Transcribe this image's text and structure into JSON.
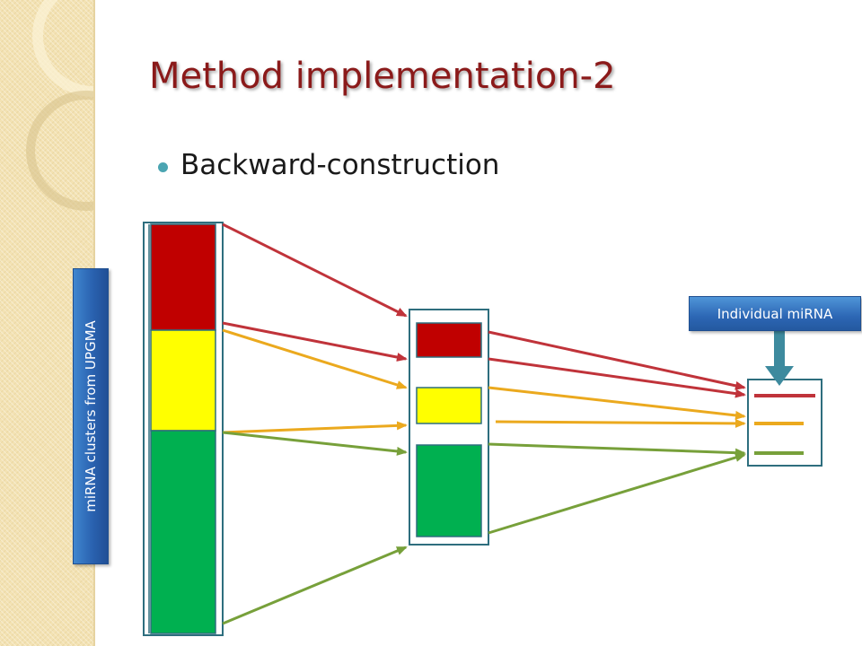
{
  "slide": {
    "title": "Method implementation-2",
    "bullet": "Backward-construction"
  },
  "labels": {
    "clusters": "miRNA clusters from UPGMA",
    "individual": "Individual miRNA"
  },
  "colors": {
    "title": "#8b1a1a",
    "bullet": "#4ba5b2",
    "frame": "#2e6e7e",
    "red_block": "#c00000",
    "yellow_block": "#ffff00",
    "green_block": "#00b050",
    "red_arrow": "#c0333a",
    "orange_arrow": "#eba91e",
    "green_arrow": "#77a03a",
    "label_box": "#2c66b4",
    "pointer": "#3d8a9e"
  }
}
